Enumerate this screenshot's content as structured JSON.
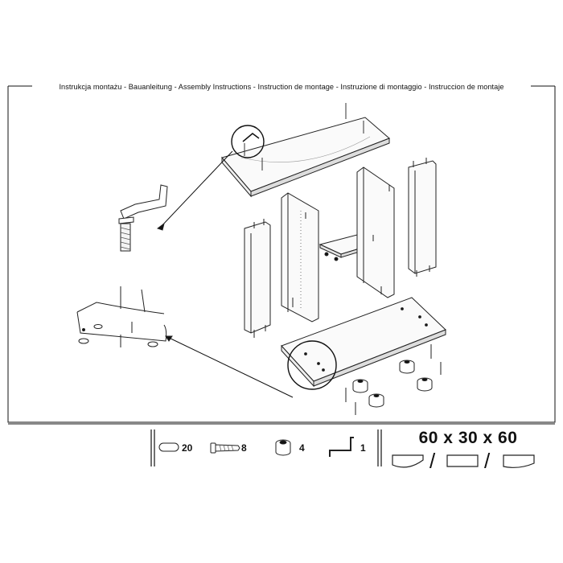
{
  "header": {
    "title": "Instrukcja montażu - Bauanleitung - Assembly Instructions - Instruction de montage - Instruzione di montaggio - Instruccion de montaje"
  },
  "parts_legend": {
    "dowel_count": "20",
    "screw_count": "8",
    "foot_count": "4",
    "allen_key_count": "1"
  },
  "dimensions": {
    "size": "60 x 30 x 60",
    "separator": "/"
  },
  "icons": [
    "dowel-icon",
    "screw-icon",
    "foot-icon",
    "allen-key-icon",
    "panel-shape-icon"
  ]
}
